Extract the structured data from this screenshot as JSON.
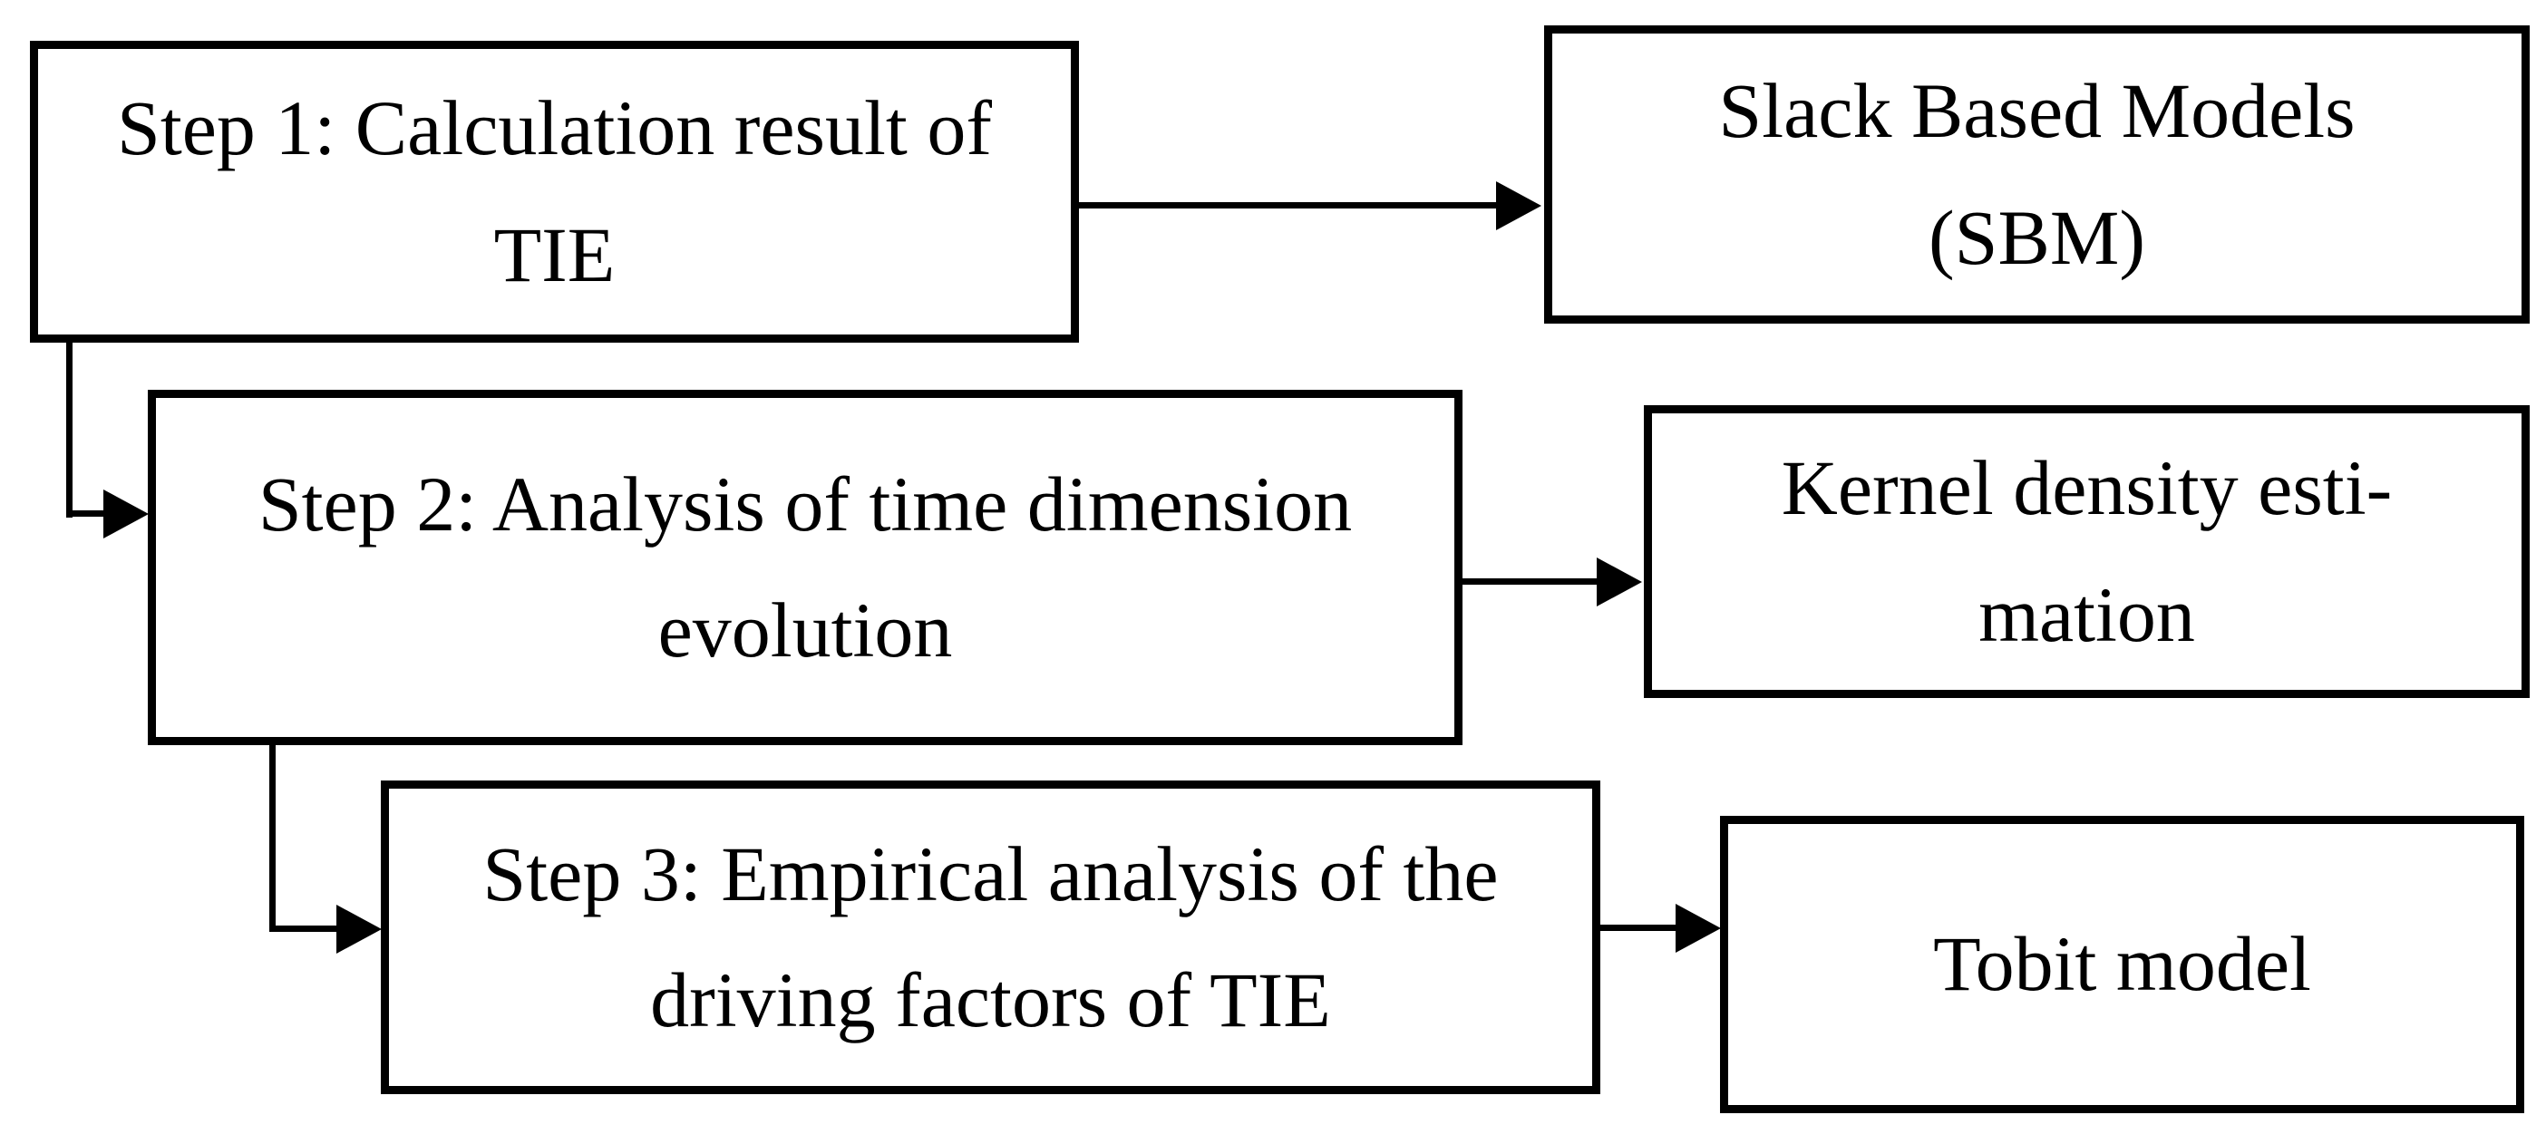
{
  "figure": {
    "background_color": "#ffffff",
    "stroke_color": "#000000",
    "boxes": [
      {
        "id": "step1",
        "lines": [
          "Step 1: Calculation result of",
          "TIE"
        ]
      },
      {
        "id": "sbm",
        "lines": [
          "Slack Based Models",
          "(SBM)"
        ]
      },
      {
        "id": "step2",
        "lines": [
          "Step 2: Analysis of time dimension",
          "evolution"
        ]
      },
      {
        "id": "kde",
        "lines": [
          "Kernel density esti-",
          "mation"
        ]
      },
      {
        "id": "step3",
        "lines": [
          "Step 3: Empirical analysis of the",
          "driving factors of TIE"
        ]
      },
      {
        "id": "tobit",
        "lines": [
          "Tobit model"
        ]
      }
    ],
    "connectors": [
      {
        "from": "step1",
        "to": "sbm",
        "type": "straight-right-arrow"
      },
      {
        "from": "step1",
        "to": "step2",
        "type": "elbow-down-right-arrow"
      },
      {
        "from": "step2",
        "to": "kde",
        "type": "straight-right-arrow"
      },
      {
        "from": "step2",
        "to": "step3",
        "type": "elbow-down-right-arrow"
      },
      {
        "from": "step3",
        "to": "tobit",
        "type": "straight-right-arrow"
      }
    ]
  }
}
